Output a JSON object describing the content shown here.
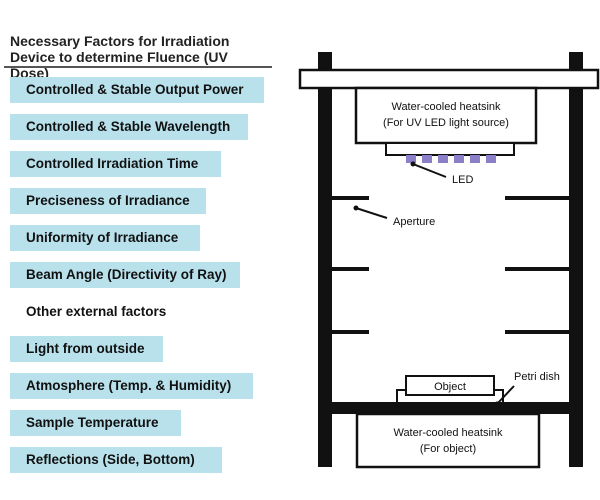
{
  "left_panel": {
    "heading_line1": "Necessary Factors for Irradiation",
    "heading_line2": "Device to determine Fluence (UV Dose)",
    "factors": [
      {
        "label": "Controlled & Stable Output Power",
        "highlighted": true
      },
      {
        "label": "Controlled & Stable Wavelength",
        "highlighted": true
      },
      {
        "label": "Controlled Irradiation Time",
        "highlighted": true
      },
      {
        "label": "Preciseness of Irradiance",
        "highlighted": true
      },
      {
        "label": "Uniformity of Irradiance",
        "highlighted": true
      },
      {
        "label": "Beam Angle (Directivity of Ray)",
        "highlighted": true
      },
      {
        "label": "Other external factors",
        "highlighted": false
      },
      {
        "label": "Light from outside",
        "highlighted": true
      },
      {
        "label": "Atmosphere (Temp. & Humidity)",
        "highlighted": true
      },
      {
        "label": "Sample Temperature",
        "highlighted": true
      },
      {
        "label": "Reflections (Side, Bottom)",
        "highlighted": true
      }
    ]
  },
  "device_diagram": {
    "top_heatsink_line1": "Water-cooled heatsink",
    "top_heatsink_line2": "(For UV LED light source)",
    "led_label": "LED",
    "aperture_label": "Aperture",
    "object_label": "Object",
    "petri_dish_label": "Petri dish",
    "bottom_heatsink_line1": "Water-cooled heatsink",
    "bottom_heatsink_line2": "(For object)"
  },
  "colors": {
    "highlight": "#b8e1ec",
    "led": "#8a7fc8",
    "frame": "#111111"
  }
}
